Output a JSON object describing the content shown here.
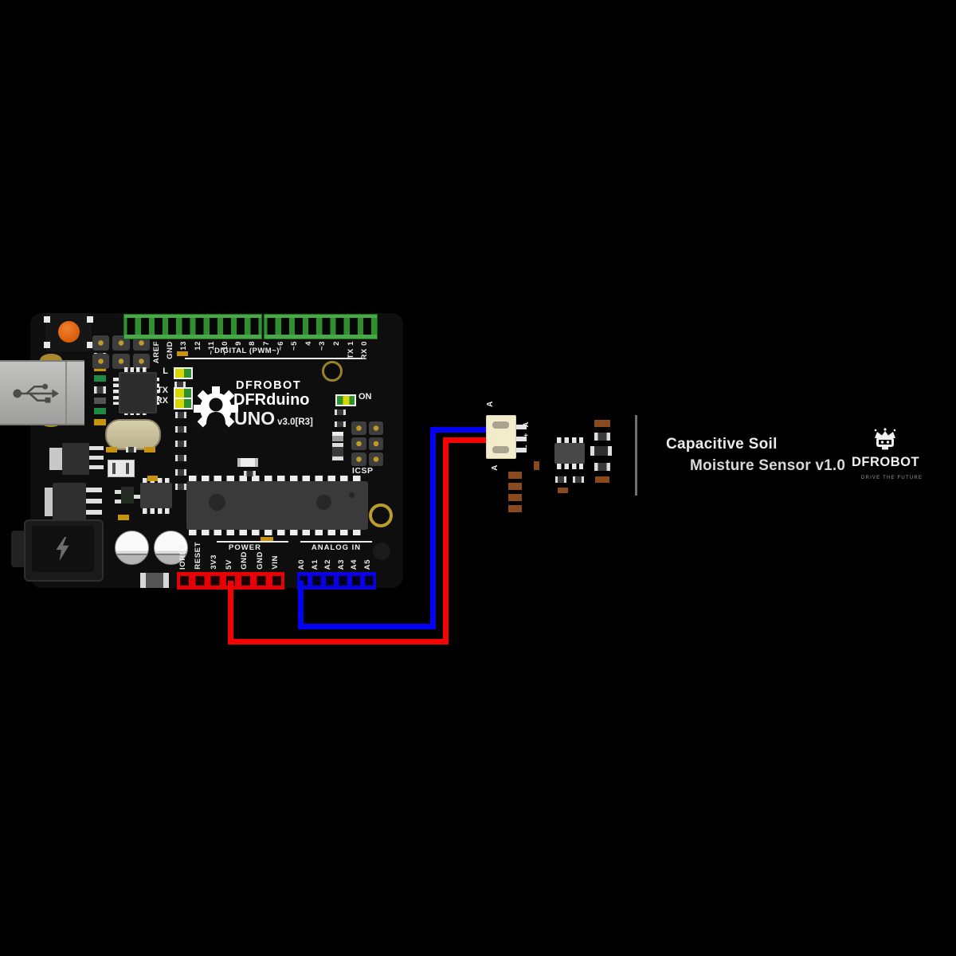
{
  "arduino": {
    "brand": "DFROBOT",
    "model": "DFRduino",
    "series": "UNO",
    "revision": "v3.0[R3]",
    "digital_section_label": "DIGITAL (PWM~)",
    "digital_pins_left": [
      "AREF",
      "GND",
      "13",
      "12",
      "~11",
      "~10",
      "9",
      "8"
    ],
    "digital_pins_right": [
      "7",
      "~6",
      "~5",
      "4",
      "~3",
      "2",
      "TX 1",
      "RX 0"
    ],
    "status_leds": [
      "L",
      "TX",
      "RX"
    ],
    "power_led_label": "ON",
    "icsp_label": "ICSP",
    "power_section_label": "POWER",
    "analog_section_label": "ANALOG IN",
    "power_pins": [
      "IOREF",
      "RESET",
      "3V3",
      "5V",
      "GND",
      "GND",
      "VIN"
    ],
    "analog_pins": [
      "A0",
      "A1",
      "A2",
      "A3",
      "A4",
      "A5"
    ]
  },
  "sensor": {
    "name_line1": "Capacitive Soil",
    "name_line2": "Moisture Sensor v1.0",
    "brand": "DFROBOT",
    "brand_tagline": "DRIVE THE FUTURE",
    "connector_label": "A",
    "pin_labels": [
      "A",
      "+",
      "-"
    ],
    "lower_label": "A"
  },
  "wires": {
    "signal": {
      "from": "A0",
      "to": "A",
      "color": "#0202f5"
    },
    "power": {
      "from": "5V",
      "to": "+",
      "color": "#f50202"
    }
  },
  "colors": {
    "background": "#000000",
    "board": "#0e0e0e",
    "digital_header": "#2f8f2f",
    "power_header": "#e60008",
    "analog_header": "#0a00e0",
    "connector_body": "#f3ecca"
  }
}
